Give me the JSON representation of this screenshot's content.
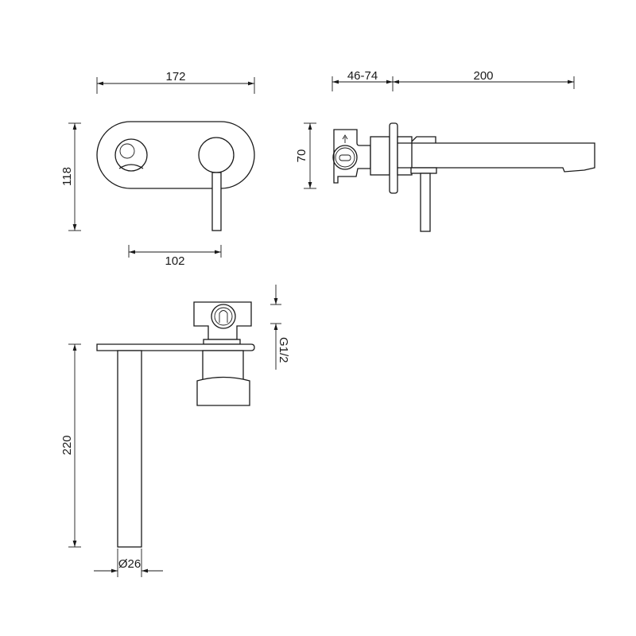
{
  "dimensions": {
    "front_width": "172",
    "front_height": "118",
    "lever_spacing": "102",
    "wall_depth": "46-74",
    "spout_reach": "200",
    "side_height": "70",
    "thread": "G1/2",
    "spout_length": "220",
    "spout_diameter": "Ø26"
  },
  "colors": {
    "line": "#1a1a1a",
    "background": "#ffffff"
  }
}
